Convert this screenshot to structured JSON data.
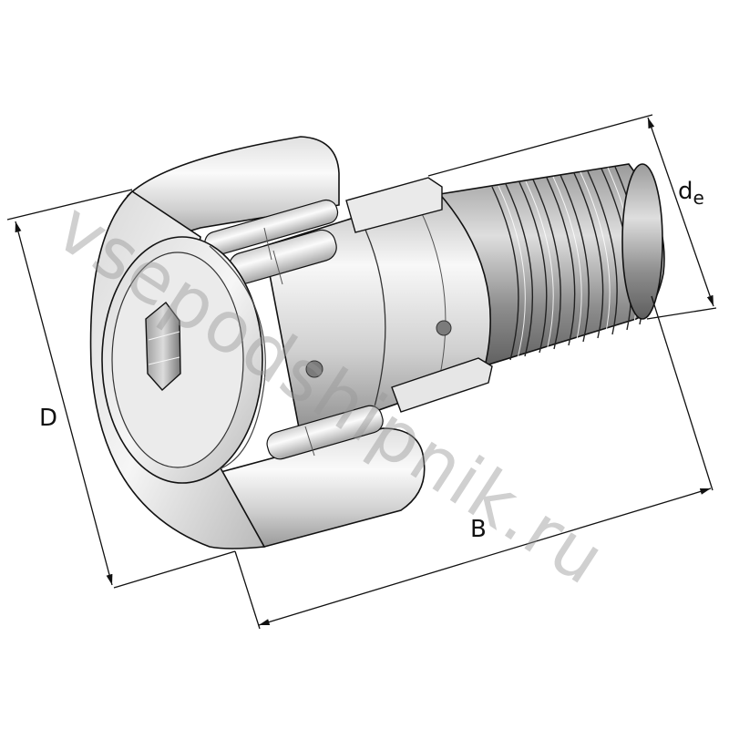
{
  "figure": {
    "subject": "Stud type track roller (cam follower) with hexagon socket",
    "background": "#ffffff",
    "line_color": "#111111",
    "metal_light": "#f2f2f2",
    "metal_mid": "#c8c8c8",
    "metal_dark": "#6e6e6e"
  },
  "dimensions": {
    "D": {
      "label": "D",
      "meaning": "outer diameter"
    },
    "B": {
      "label": "B",
      "meaning": "outer ring width"
    },
    "de": {
      "label": "d",
      "subscript": "e",
      "meaning": "stud thread diameter"
    }
  },
  "watermark": {
    "text": "vsepodshipnik.ru",
    "color": "#969696"
  }
}
